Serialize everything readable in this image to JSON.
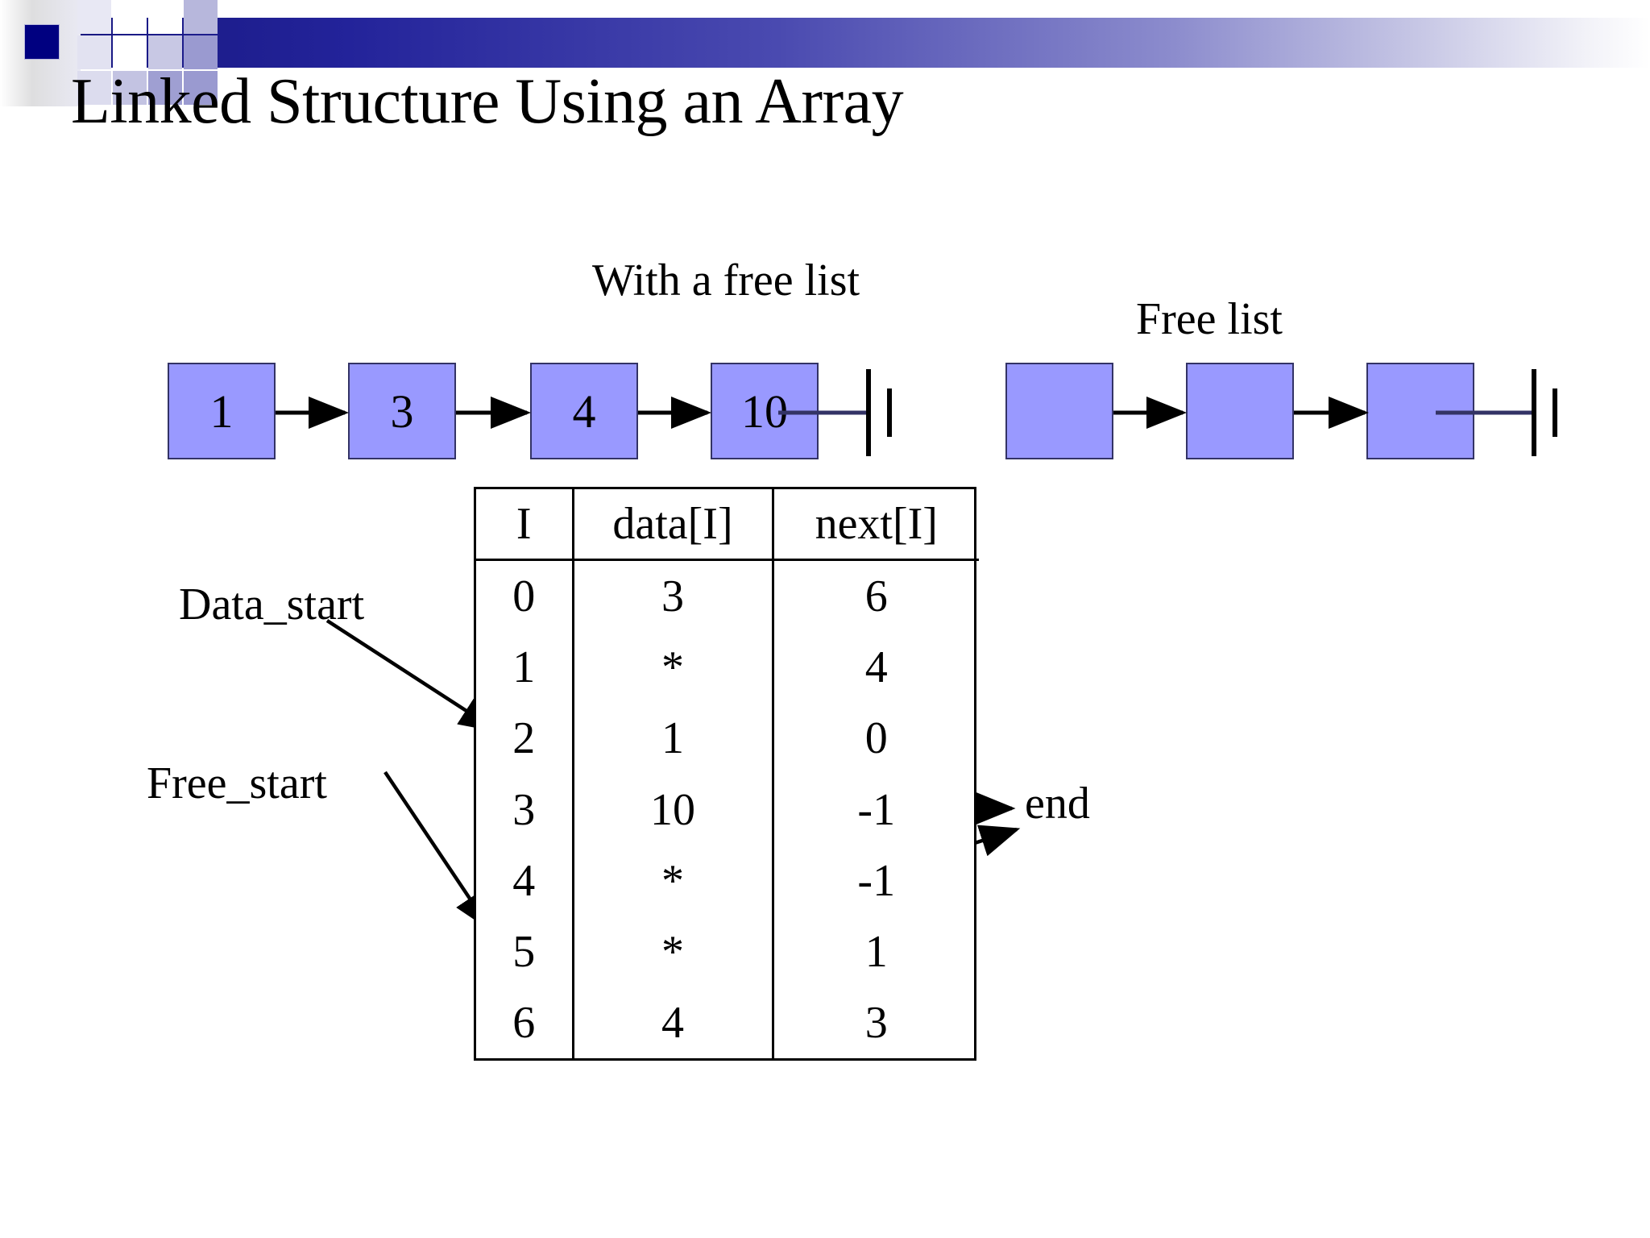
{
  "slide": {
    "title": "Linked Structure Using an Array",
    "background": "#ffffff",
    "accent_dark": "#000080",
    "accent_node": "#9999ff",
    "accent_node_border": "#333366"
  },
  "captions": {
    "with_free_list": "With a free list",
    "free_list": "Free list"
  },
  "pointer_labels": {
    "data_start": "Data_start",
    "free_start": "Free_start",
    "end": "end"
  },
  "data_list": {
    "name": "With a free list",
    "nodes": [
      {
        "value": "1"
      },
      {
        "value": "3"
      },
      {
        "value": "4"
      },
      {
        "value": "10"
      }
    ],
    "terminated": true
  },
  "free_list": {
    "name": "Free list",
    "nodes": [
      {
        "value": ""
      },
      {
        "value": ""
      },
      {
        "value": ""
      }
    ],
    "terminated": true
  },
  "array_table": {
    "headers": [
      "I",
      "data[I]",
      "next[I]"
    ],
    "rows": [
      [
        "0",
        "3",
        "6"
      ],
      [
        "1",
        "*",
        "4"
      ],
      [
        "2",
        "1",
        "0"
      ],
      [
        "3",
        "10",
        "-1"
      ],
      [
        "4",
        "*",
        "-1"
      ],
      [
        "5",
        "*",
        "1"
      ],
      [
        "6",
        "4",
        "3"
      ]
    ]
  },
  "chart_data": {
    "type": "table",
    "title": "Linked Structure Using an Array",
    "columns": [
      "I",
      "data[I]",
      "next[I]"
    ],
    "rows": [
      [
        "0",
        "3",
        "6"
      ],
      [
        "1",
        "*",
        "4"
      ],
      [
        "2",
        "1",
        "0"
      ],
      [
        "3",
        "10",
        "-1"
      ],
      [
        "4",
        "*",
        "-1"
      ],
      [
        "5",
        "*",
        "1"
      ],
      [
        "6",
        "4",
        "3"
      ]
    ],
    "annotations": [
      {
        "label": "Data_start",
        "points_to_row": "2"
      },
      {
        "label": "Free_start",
        "points_to_row": "5"
      },
      {
        "label": "end",
        "points_from": [
          "next[3] = -1",
          "next[4] = -1"
        ]
      }
    ],
    "legend": [
      "With a free list",
      "Free list"
    ]
  }
}
